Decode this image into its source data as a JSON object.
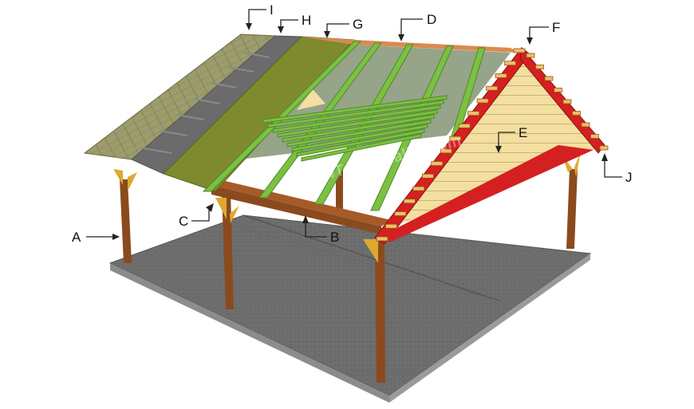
{
  "watermark": "HowToSpecialist.com",
  "callouts": [
    {
      "id": "A",
      "label": "A"
    },
    {
      "id": "B",
      "label": "B"
    },
    {
      "id": "C",
      "label": "C"
    },
    {
      "id": "D",
      "label": "D"
    },
    {
      "id": "E",
      "label": "E"
    },
    {
      "id": "F",
      "label": "F"
    },
    {
      "id": "G",
      "label": "G"
    },
    {
      "id": "H",
      "label": "H"
    },
    {
      "id": "I",
      "label": "I"
    },
    {
      "id": "J",
      "label": "J"
    }
  ],
  "colors": {
    "slab": "#6e6e6e",
    "slab_edge": "#8c8c8c",
    "posts": "#8b4a1e",
    "braces": "#e0a830",
    "rafters": "#7cc043",
    "sheathing": "#7f8a2e",
    "felt": "#6b6b6b",
    "shingles": "#9a9a6a",
    "gable_trim": "#d42020",
    "gable_siding": "#f3dfa0",
    "ridge_board": "#d98a50"
  },
  "icons": {
    "arrow": "arrow-icon"
  }
}
